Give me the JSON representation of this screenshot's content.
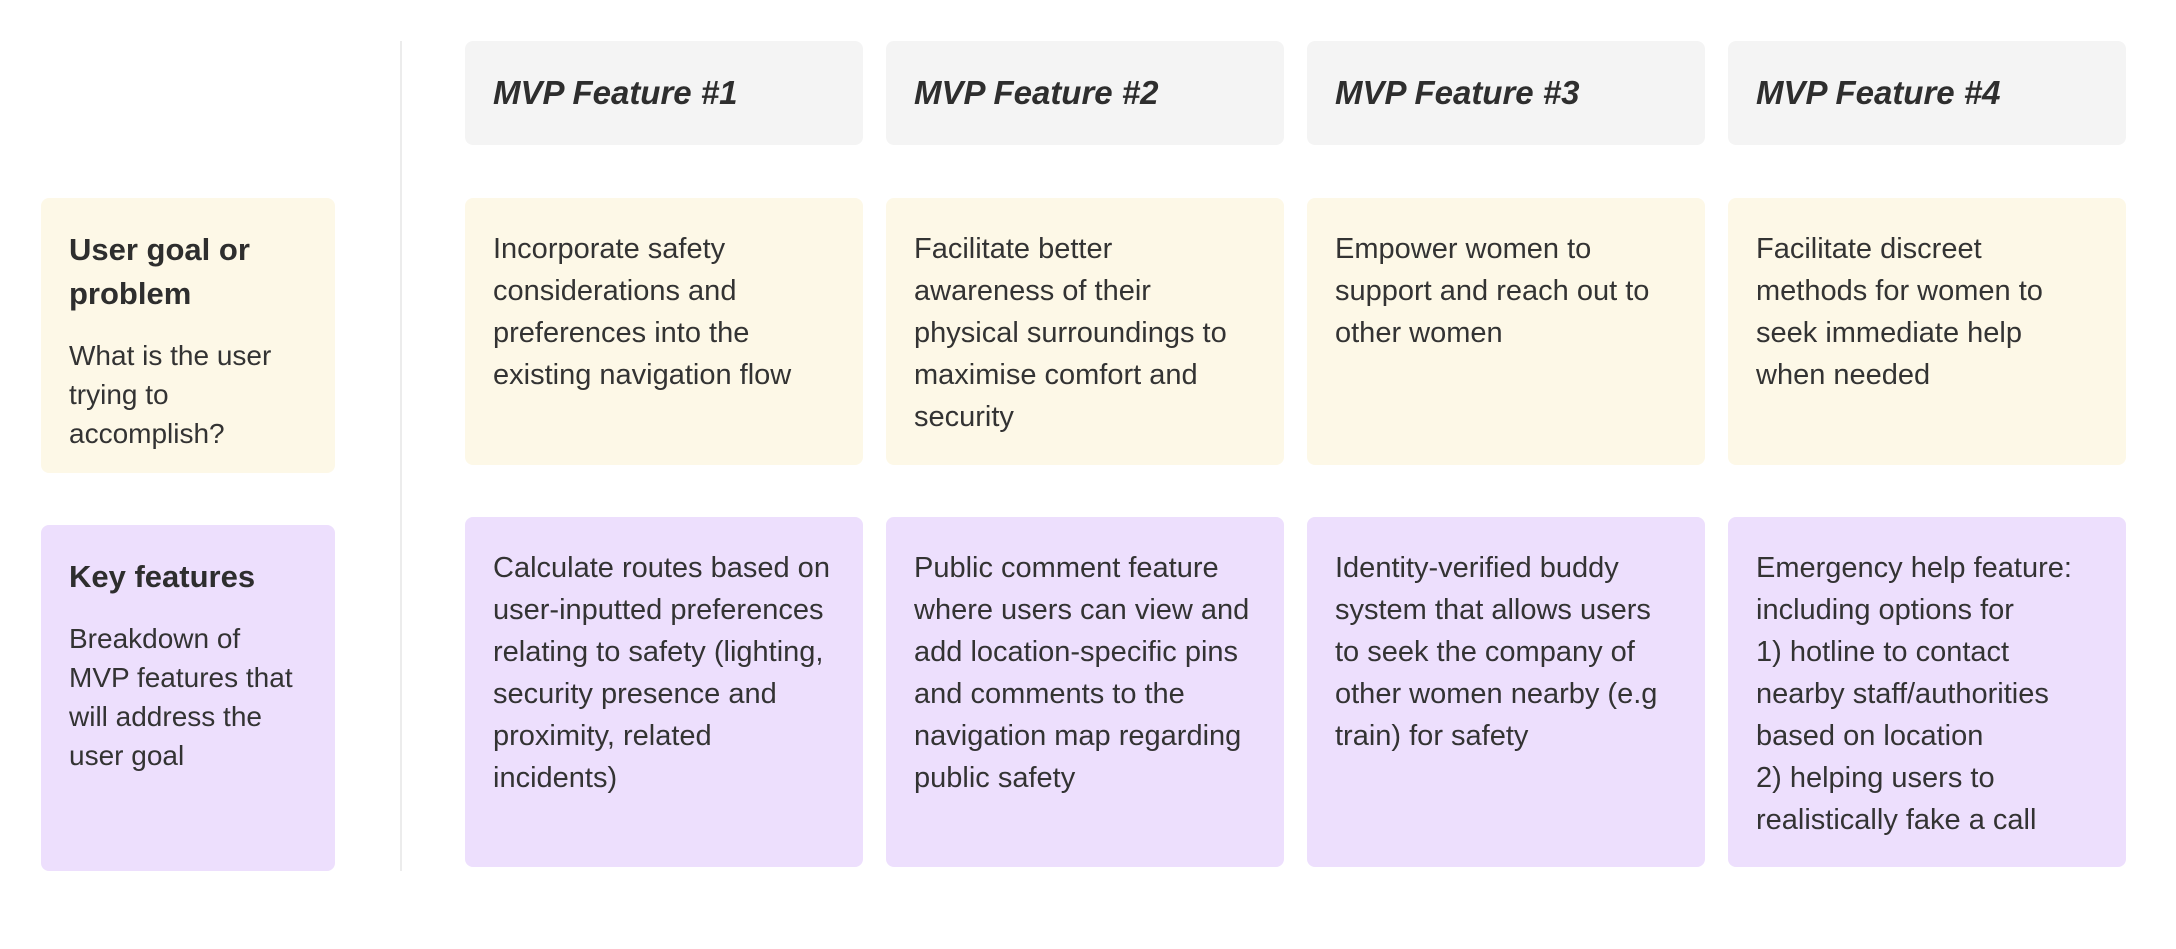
{
  "columns": [
    {
      "header": "MVP Feature #1"
    },
    {
      "header": "MVP Feature #2"
    },
    {
      "header": "MVP Feature #3"
    },
    {
      "header": "MVP Feature #4"
    }
  ],
  "rows": {
    "goal": {
      "title": "User goal or problem",
      "subtitle": "What is the user trying to accomplish?",
      "cells": [
        "Incorporate safety considerations and preferences into the existing navigation flow",
        "Facilitate better awareness of their physical surroundings to maximise comfort and security",
        "Empower women to support and reach out to other women",
        "Facilitate discreet methods for women to seek immediate help when needed"
      ]
    },
    "features": {
      "title": "Key features",
      "subtitle": "Breakdown of MVP features that will address the user goal",
      "cells": [
        "Calculate routes based on user-inputted preferences relating to safety (lighting, security presence and proximity, related incidents)",
        "Public comment feature where users can view and add location-specific pins and comments to the navigation map regarding public safety",
        "Identity-verified buddy system that allows users to seek the company of other women nearby (e.g train) for safety",
        "Emergency help feature: including options for\n1) hotline to contact nearby staff/authorities based on location\n2) helping users to realistically fake a call"
      ]
    }
  },
  "colors": {
    "header_bg": "#f4f4f4",
    "goal_bg": "#fdf8e7",
    "feature_bg": "#eddffd",
    "text": "#333333"
  }
}
